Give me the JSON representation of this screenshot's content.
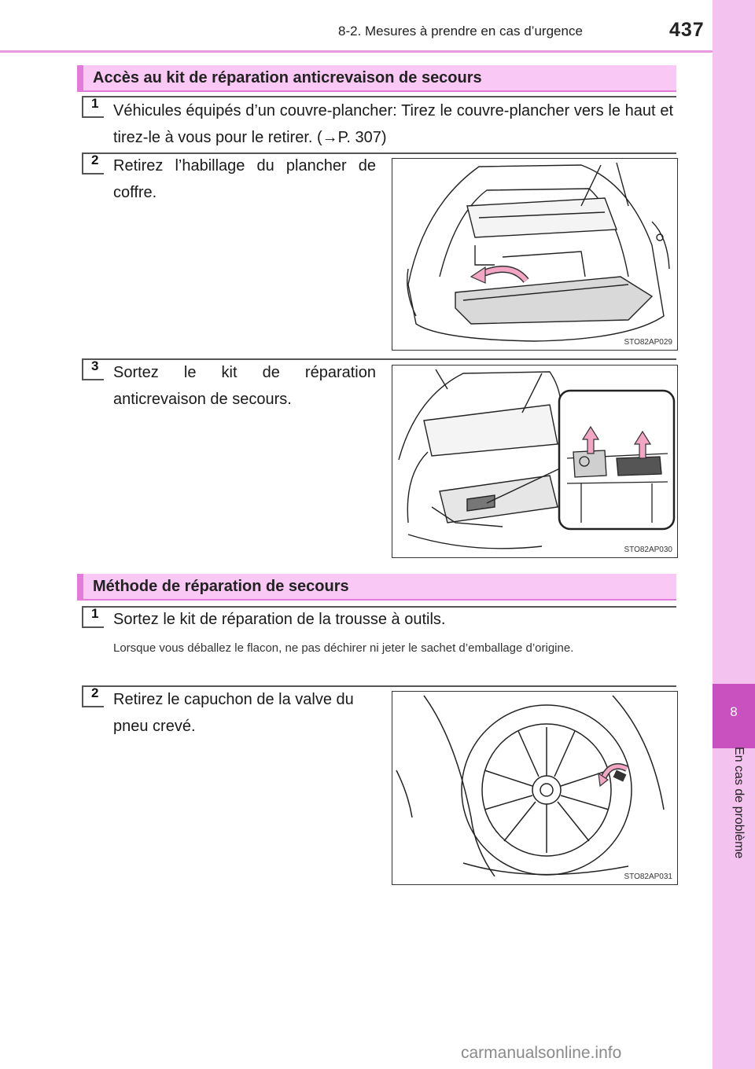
{
  "header": {
    "section_title": "8-2. Mesures à prendre en cas d’urgence",
    "page_number": "437"
  },
  "side_tab": {
    "chapter_number": "8",
    "chapter_title": "En cas de problème"
  },
  "sections": [
    {
      "title": "Accès au kit de réparation anticrevaison de secours",
      "steps": [
        {
          "number": "1",
          "text": "Véhicules équipés d’un couvre-plancher: Tirez le couvre-plancher vers le haut et tirez-le à vous pour le retirer. (→P. 307)"
        },
        {
          "number": "2",
          "text": "Retirez l’habillage du plancher de coffre.",
          "figure_code": "STO82AP029"
        },
        {
          "number": "3",
          "text": "Sortez le kit de réparation anticrevaison de secours.",
          "figure_code": "STO82AP030"
        }
      ]
    },
    {
      "title": "Méthode de réparation de secours",
      "steps": [
        {
          "number": "1",
          "text": "Sortez le kit de réparation de la trousse à outils.",
          "note": "Lorsque vous déballez le flacon, ne pas déchirer ni jeter le sachet d’emballage d’origine."
        },
        {
          "number": "2",
          "text": "Retirez le capuchon de la valve du pneu crevé.",
          "figure_code": "STO82AP031"
        }
      ]
    }
  ],
  "watermark": "carmanualsonline.info",
  "colors": {
    "accent": "#e37bda",
    "banner_fill": "#f9c8f5",
    "side_tab": "#f3c2ee",
    "side_tab_dark": "#c850bf",
    "arrow_pink": "#f2a6c4"
  }
}
